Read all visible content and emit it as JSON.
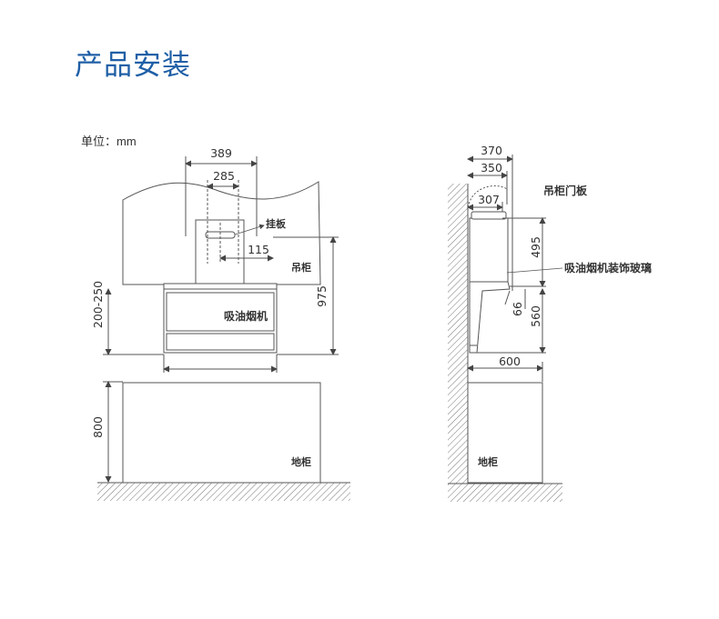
{
  "title": "产品安装",
  "unit_label": "单位：mm",
  "front_view": {
    "dim_389": "389",
    "dim_285": "285",
    "dim_115": "115",
    "dim_975": "975",
    "dim_200_250": "200-250",
    "dim_800": "800",
    "label_hook": "挂板",
    "label_wall_cabinet": "吊柜",
    "label_hood": "吸油烟机",
    "label_floor_cabinet": "地柜"
  },
  "side_view": {
    "dim_370": "370",
    "dim_350": "350",
    "dim_307": "307",
    "dim_495": "495",
    "dim_66": "66",
    "dim_560": "560",
    "dim_600": "600",
    "label_door_panel": "吊柜门板",
    "label_glass": "吸油烟机装饰玻璃",
    "label_floor_cabinet": "地柜"
  }
}
